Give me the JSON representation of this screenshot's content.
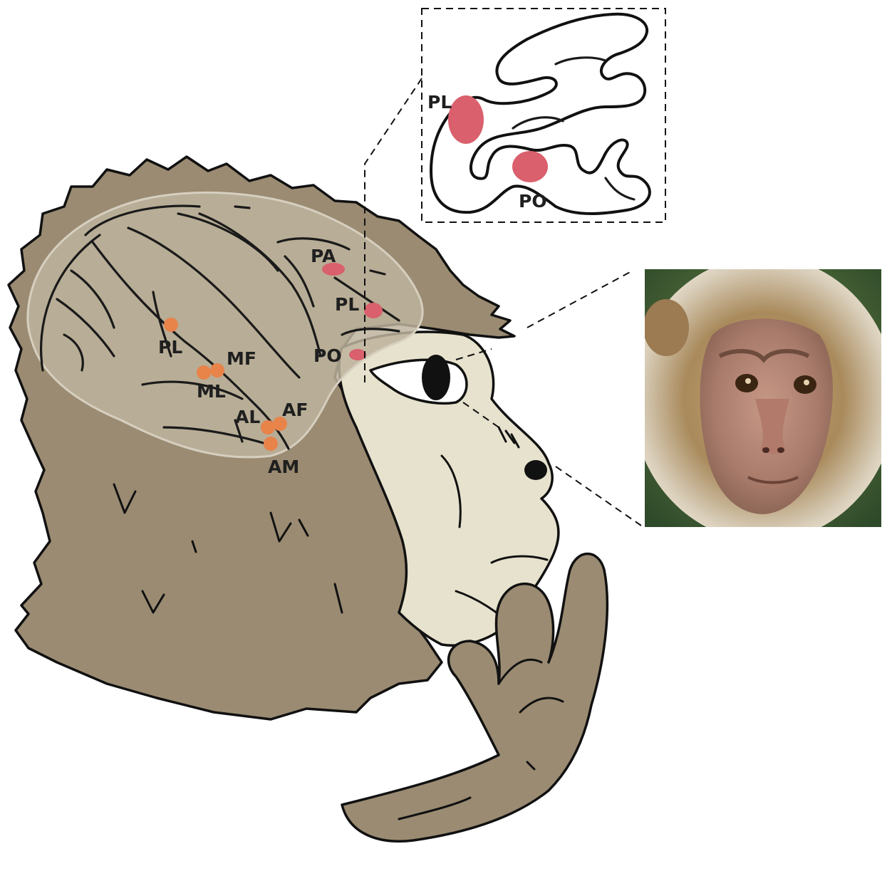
{
  "colors": {
    "fur": "#9a8b72",
    "fur_dark": "#7d6f58",
    "face": "#e7e2cd",
    "brain_fill": "#bdb39c",
    "patch_orange": "#e8834a",
    "patch_red": "#d9606c",
    "photo_bg": "#4f6a3a"
  },
  "lateral_labels": {
    "pa": "PA",
    "pl_right": "PL",
    "po": "PO",
    "pl_left": "PL",
    "mf": "MF",
    "ml": "ML",
    "al": "AL",
    "af": "AF",
    "am": "AM"
  },
  "inset_labels": {
    "pl": "PL",
    "po": "PO"
  },
  "photo": {
    "subject": "macaque-face-photo"
  }
}
